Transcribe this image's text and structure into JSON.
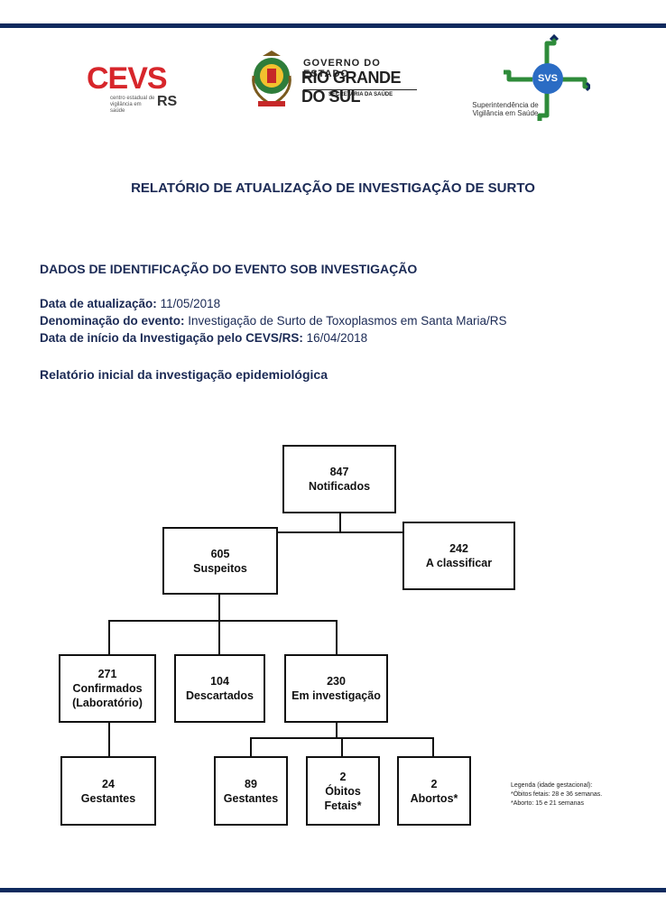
{
  "logos": {
    "cevs": {
      "word": "CEVS",
      "sub": "centro estadual de vigilância em saúde",
      "rs": "RS"
    },
    "gov": {
      "line1": "GOVERNO DO ESTADO",
      "line2": "RIO GRANDE DO SUL",
      "line3": "SECRETARIA DA SAÚDE"
    },
    "svs": {
      "badge": "SVS",
      "caption": "Superintendência de Vigilância em Saúde"
    }
  },
  "report": {
    "title": "RELATÓRIO DE ATUALIZAÇÃO DE INVESTIGAÇÃO DE SURTO",
    "section": "DADOS DE IDENTIFICAÇÃO DO EVENTO SOB INVESTIGAÇÃO",
    "fields": [
      {
        "label": "Data de atualização:",
        "value": "11/05/2018"
      },
      {
        "label": "Denominação do evento:",
        "value": "Investigação de Surto de Toxoplasmos em Santa Maria/RS"
      },
      {
        "label": "Data de início da Investigação pelo CEVS/RS:",
        "value": "16/04/2018"
      }
    ],
    "subtitle": "Relatório inicial da investigação epidemiológica"
  },
  "flow": {
    "notificados": {
      "n": "847",
      "label": "Notificados"
    },
    "suspeitos": {
      "n": "605",
      "label": "Suspeitos"
    },
    "a_classificar": {
      "n": "242",
      "label": "A classificar"
    },
    "confirmados": {
      "n": "271",
      "label": "Confirmados",
      "label2": "(Laboratório)"
    },
    "descartados": {
      "n": "104",
      "label": "Descartados"
    },
    "em_investigacao": {
      "n": "230",
      "label": "Em investigação"
    },
    "gestantes_conf": {
      "n": "24",
      "label": "Gestantes"
    },
    "gestantes_inv": {
      "n": "89",
      "label": "Gestantes"
    },
    "obitos": {
      "n": "2",
      "label": "Óbitos",
      "label2": "Fetais*"
    },
    "abortos": {
      "n": "2",
      "label": "Abortos*"
    }
  },
  "legend": {
    "title": "Legenda (idade gestacional):",
    "line1": "*Óbitos fetais: 28 e 36 semanas.",
    "line2": "*Aborto: 15 e 21 semanas"
  }
}
